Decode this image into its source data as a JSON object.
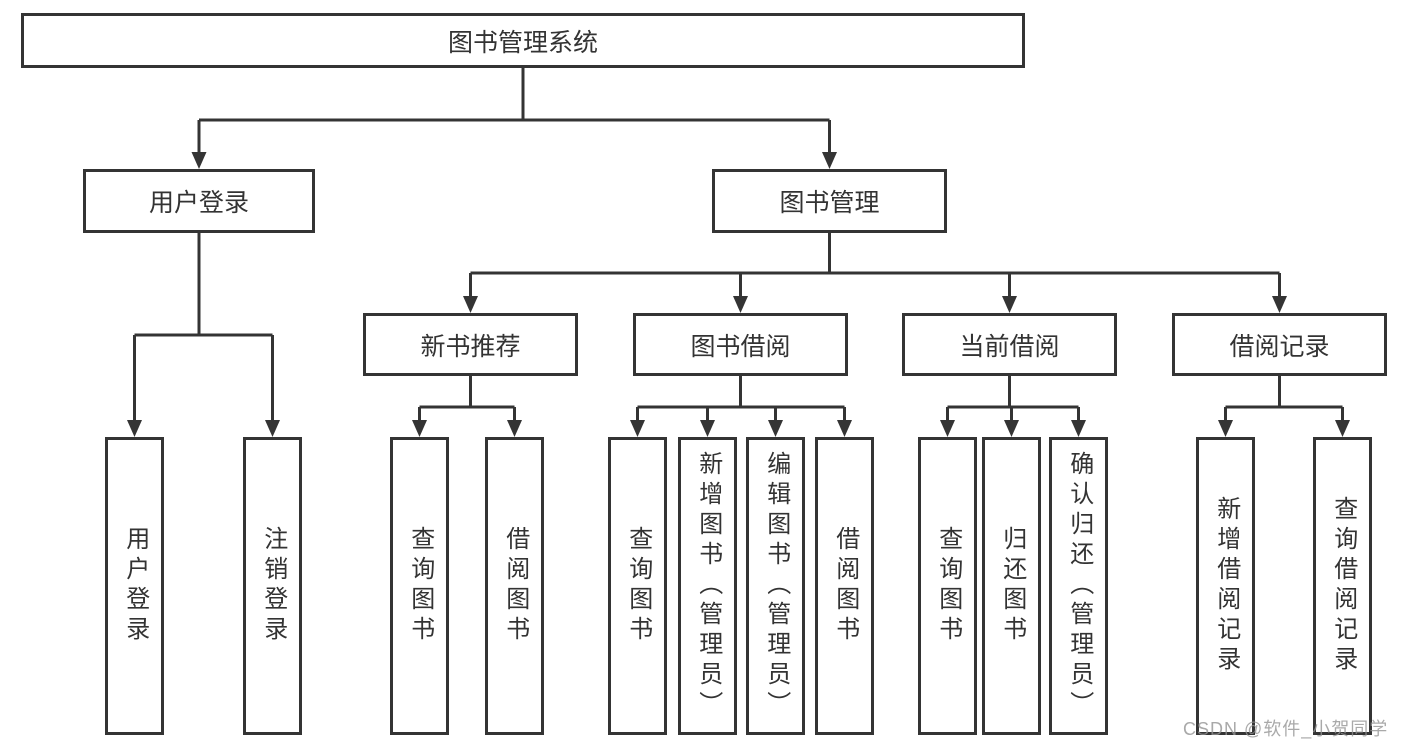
{
  "nodes": {
    "root": {
      "label": "图书管理系统"
    },
    "level2": [
      {
        "label": "用户登录"
      },
      {
        "label": "图书管理"
      }
    ],
    "level3": [
      {
        "label": "新书推荐"
      },
      {
        "label": "图书借阅"
      },
      {
        "label": "当前借阅"
      },
      {
        "label": "借阅记录"
      }
    ],
    "leaves": {
      "login": [
        {
          "label": "用户登录"
        },
        {
          "label": "注销登录"
        }
      ],
      "recommend": [
        {
          "label": "查询图书"
        },
        {
          "label": "借阅图书"
        }
      ],
      "borrow": [
        {
          "label": "查询图书"
        },
        {
          "label": "新增图书（管理员）"
        },
        {
          "label": "编辑图书（管理员）"
        },
        {
          "label": "借阅图书"
        }
      ],
      "current": [
        {
          "label": "查询图书"
        },
        {
          "label": "归还图书"
        },
        {
          "label": "确认归还（管理员）"
        }
      ],
      "records": [
        {
          "label": "新增借阅记录"
        },
        {
          "label": "查询借阅记录"
        }
      ]
    }
  },
  "watermark": "CSDN @软件_小贺同学",
  "colors": {
    "line": "#343434",
    "text": "#333333",
    "box_background": "#ffffff",
    "page_background": "#ffffff",
    "watermark": "#949494"
  }
}
